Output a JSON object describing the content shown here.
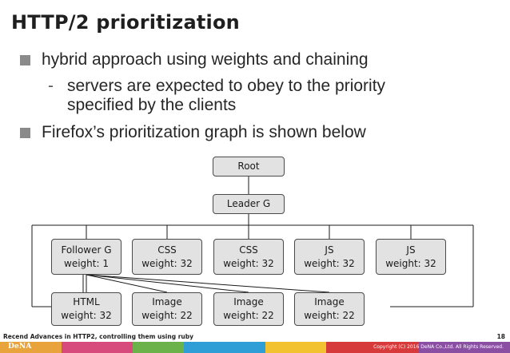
{
  "slide": {
    "title": "HTTP/2 prioritization",
    "bullets": [
      "hybrid approach using weights and chaining",
      "Firefox’s prioritization graph is shown below"
    ],
    "sub_bullet": {
      "line1": "servers are expected to obey to the priority",
      "line2": "specified by the clients"
    }
  },
  "graph": {
    "root": "Root",
    "leader": "Leader G",
    "middle": [
      {
        "name": "Follower G",
        "weight": "weight: 1"
      },
      {
        "name": "CSS",
        "weight": "weight: 32"
      },
      {
        "name": "CSS",
        "weight": "weight: 32"
      },
      {
        "name": "JS",
        "weight": "weight: 32"
      },
      {
        "name": "JS",
        "weight": "weight: 32"
      }
    ],
    "bottom": [
      {
        "name": "HTML",
        "weight": "weight: 32"
      },
      {
        "name": "Image",
        "weight": "weight: 22"
      },
      {
        "name": "Image",
        "weight": "weight: 22"
      },
      {
        "name": "Image",
        "weight": "weight: 22"
      }
    ]
  },
  "footer": {
    "text": "Recend Advances in HTTP2, controlling them using ruby",
    "page": "18",
    "logo": "DeNA",
    "copyright": "Copyright (C) 2016 DeNA Co.,Ltd. All Rights Reserved.",
    "stripe_colors": [
      "#e8a33d",
      "#d64a7c",
      "#6cb24a",
      "#2f9dd6",
      "#f2c230",
      "#d63a3a",
      "#8a4fa3"
    ]
  }
}
